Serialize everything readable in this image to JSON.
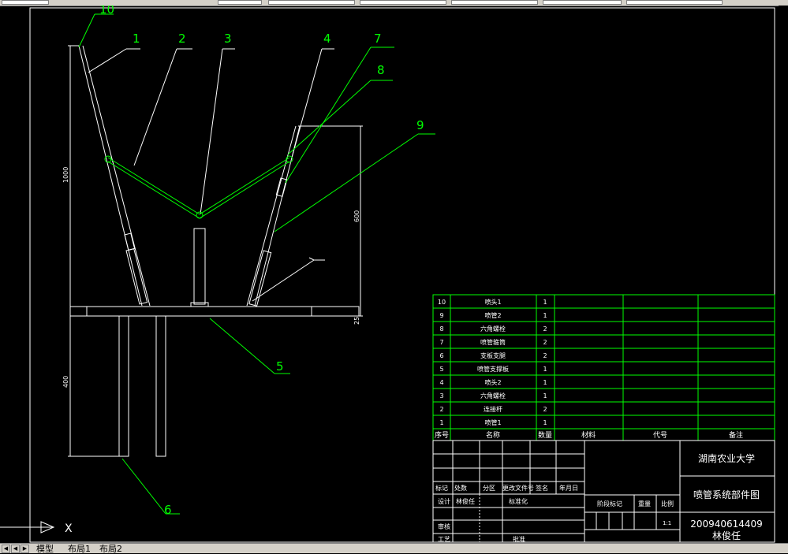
{
  "drawing": {
    "balloons": [
      "1",
      "2",
      "3",
      "4",
      "5",
      "6",
      "7",
      "8",
      "9",
      "10"
    ],
    "dimensions": {
      "height_total": "1000",
      "top_span": "600",
      "plate": "25",
      "leg": "400"
    },
    "ucs_x_label": "X"
  },
  "parts_list": {
    "rows": [
      {
        "no": "10",
        "name": "喷头1",
        "qty": "1"
      },
      {
        "no": "9",
        "name": "喷管2",
        "qty": "1"
      },
      {
        "no": "8",
        "name": "六角螺栓",
        "qty": "2"
      },
      {
        "no": "7",
        "name": "喷管箍筒",
        "qty": "2"
      },
      {
        "no": "6",
        "name": "支板支腿",
        "qty": "2"
      },
      {
        "no": "5",
        "name": "喷管支撑板",
        "qty": "1"
      },
      {
        "no": "4",
        "name": "喷头2",
        "qty": "1"
      },
      {
        "no": "3",
        "name": "六角螺栓",
        "qty": "1"
      },
      {
        "no": "2",
        "name": "连接杆",
        "qty": "2"
      },
      {
        "no": "1",
        "name": "喷管1",
        "qty": "1"
      }
    ],
    "header": {
      "no": "序号",
      "name": "名称",
      "qty": "数量",
      "material": "材料",
      "code": "代号",
      "note": "备注"
    }
  },
  "title_block": {
    "university": "湖南农业大学",
    "drawing_title": "喷管系统部件图",
    "drawing_number": "200940614409",
    "author": "林俊任",
    "labels": {
      "mark": "标记",
      "count": "处数",
      "zone": "分区",
      "change_doc": "更改文件号",
      "sign": "签名",
      "date": "年月日",
      "design": "设计",
      "designer": "林俊任",
      "standard": "标准化",
      "stage": "阶段标记",
      "weight": "重量",
      "scale": "比例",
      "scale_value": "1:1",
      "review": "审核",
      "process": "工艺",
      "approve": "批准"
    }
  },
  "statusbar": {
    "tabs": [
      "模型",
      "布局1",
      "布局2"
    ]
  },
  "colors": {
    "green": "#00ff00",
    "white": "#ffffff",
    "background": "#000000"
  }
}
